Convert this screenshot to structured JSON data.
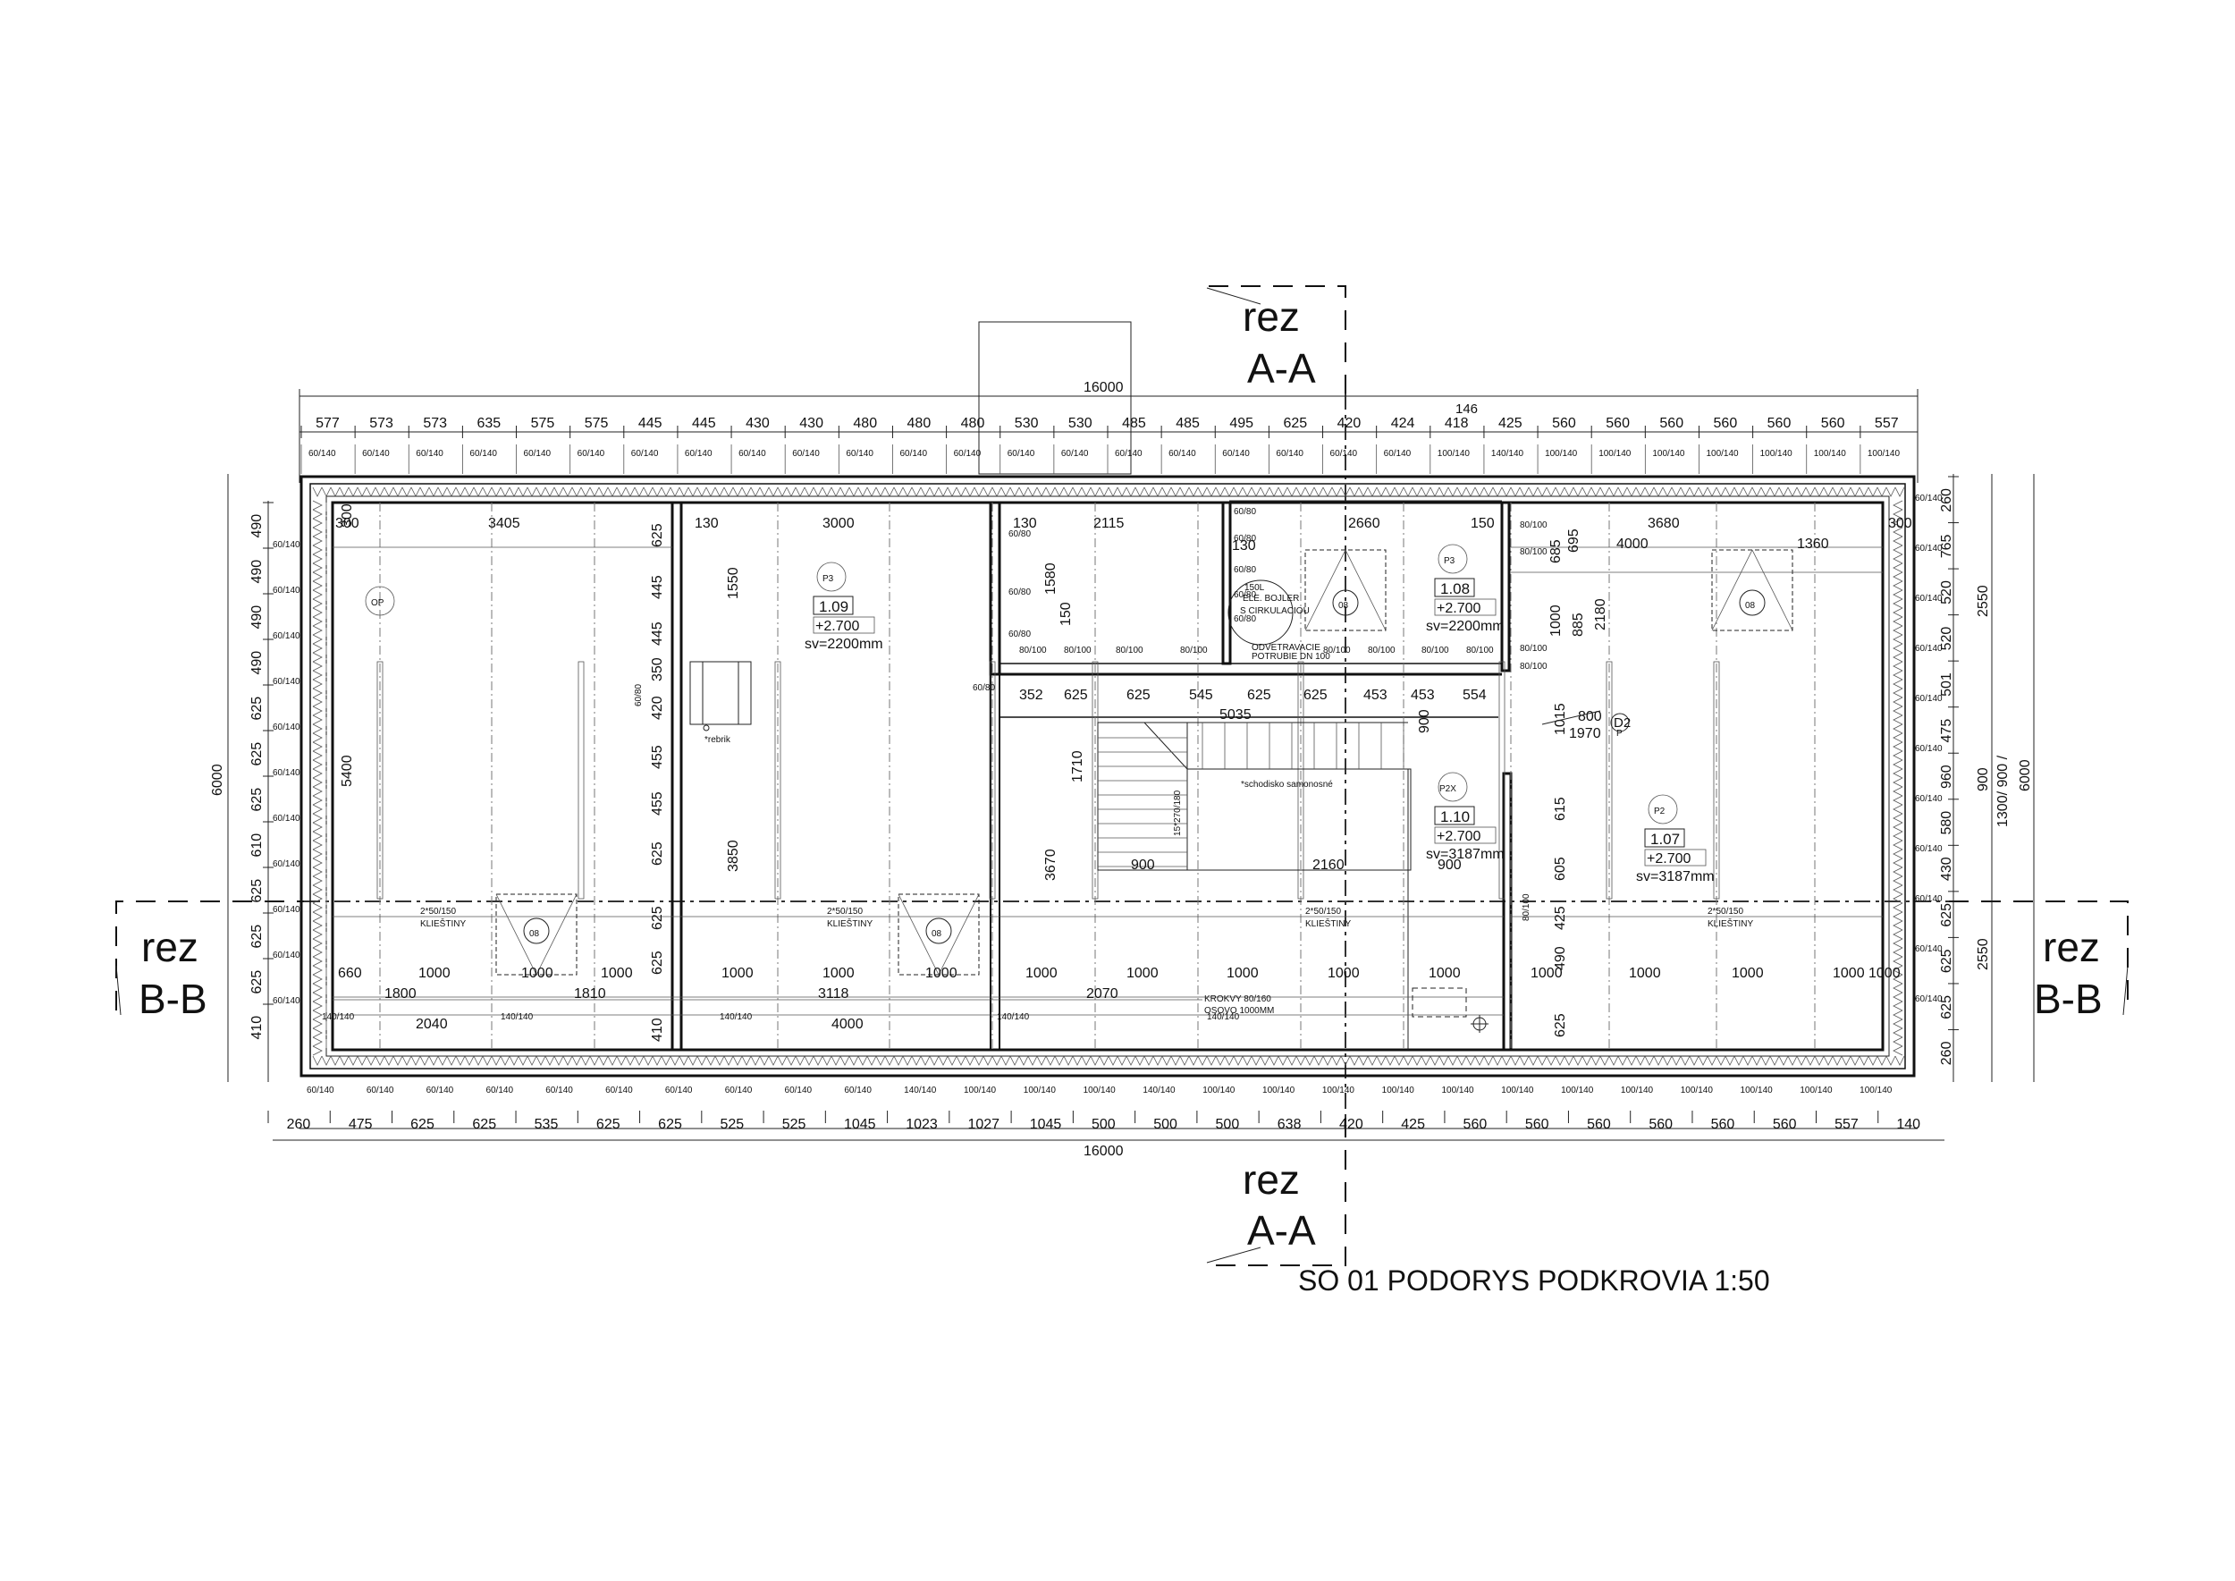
{
  "title": "SO 01 PODORYS PODKROVIA 1:50",
  "sections": {
    "aa_label_1": "rez",
    "aa_label_2": "A-A",
    "bb_label_1": "rez",
    "bb_label_2": "B-B"
  },
  "dims": {
    "total_top": "16000",
    "total_bottom": "16000",
    "top_segments": [
      "577",
      "573",
      "573",
      "635",
      "575",
      "575",
      "445",
      "445",
      "430",
      "430",
      "480",
      "480",
      "480",
      "530",
      "530",
      "485",
      "485",
      "495",
      "625",
      "420",
      "424",
      "418",
      "425",
      "560",
      "560",
      "560",
      "560",
      "560",
      "560",
      "557"
    ],
    "top_extra": "146",
    "bottom_segments": [
      "260",
      "475",
      "625",
      "625",
      "535",
      "625",
      "625",
      "525",
      "525",
      "1045",
      "1023",
      "1027",
      "1045",
      "500",
      "500",
      "500",
      "638",
      "420",
      "425",
      "560",
      "560",
      "560",
      "560",
      "560",
      "560",
      "557",
      "140"
    ],
    "left_total": "6000",
    "left_segments": [
      "490",
      "490",
      "490",
      "490",
      "625",
      "625",
      "625",
      "610",
      "625",
      "625",
      "625",
      "410"
    ],
    "right_total": "6000",
    "right_segments": [
      "260",
      "765",
      "520",
      "520",
      "501",
      "475",
      "960",
      "580",
      "430",
      "625",
      "625",
      "625",
      "260"
    ],
    "right_group_top": "2550",
    "right_group_mid": "900",
    "right_group_mid_b": "1300/ 900 /",
    "right_group_bottom": "2550",
    "rafter_tags_top": [
      "60/140",
      "60/140",
      "60/140",
      "60/140",
      "60/140",
      "60/140",
      "60/140",
      "60/140",
      "60/140",
      "60/140",
      "60/140",
      "60/140",
      "60/140",
      "60/140",
      "60/140",
      "60/140",
      "60/140",
      "60/140",
      "60/140",
      "60/140",
      "60/140",
      "100/140",
      "140/140",
      "100/140",
      "100/140",
      "100/140",
      "100/140",
      "100/140",
      "100/140",
      "100/140"
    ],
    "rafter_tags_bottom": [
      "60/140",
      "60/140",
      "60/140",
      "60/140",
      "60/140",
      "60/140",
      "60/140",
      "60/140",
      "60/140",
      "60/140",
      "140/140",
      "100/140",
      "100/140",
      "100/140",
      "140/140",
      "100/140",
      "100/140",
      "100/140",
      "100/140",
      "100/140",
      "100/140",
      "100/140",
      "100/140",
      "100/140",
      "100/140",
      "100/140",
      "100/140"
    ],
    "left_tags": [
      "60/140",
      "60/140",
      "60/140",
      "60/140",
      "60/140",
      "60/140",
      "60/140",
      "60/140",
      "60/140",
      "60/140",
      "60/140"
    ],
    "right_tags": [
      "60/140",
      "60/140",
      "60/140",
      "60/140",
      "60/140",
      "60/140",
      "60/140",
      "60/140",
      "60/140",
      "60/140",
      "60/140"
    ]
  },
  "inner": {
    "r1_a": "300",
    "r1_b": "3405",
    "r1_c": "130",
    "r1_d": "3000",
    "r1_e": "130",
    "r1_f": "2115",
    "r1_g": "2660",
    "r1_h": "150",
    "r1_i": "3680",
    "r1_j": "300",
    "r1_k": "4000",
    "r1_l": "1360",
    "r1_m": "130",
    "v_300": "300",
    "v_5400": "5400",
    "v_625a": "625",
    "v_445a": "445",
    "v_445b": "445",
    "v_350": "350",
    "v_420": "420",
    "v_455a": "455",
    "v_455b": "455",
    "v_625b": "625",
    "v_625c": "625",
    "v_625d": "625",
    "v_410": "410",
    "v_1550": "1550",
    "v_3850": "3850",
    "v_1580": "1580",
    "v_150": "150",
    "v_1710": "1710",
    "v_3670": "3670",
    "v_900s": "900",
    "v_695": "695",
    "v_685": "685",
    "v_1000": "1000",
    "v_885": "885",
    "v_2180": "2180",
    "v_1015": "1015",
    "v_615": "615",
    "v_605": "605",
    "v_425": "425",
    "v_490": "490",
    "v_625e": "625",
    "mid_row": [
      "352",
      "625",
      "625",
      "545",
      "625",
      "625",
      "453",
      "453",
      "554"
    ],
    "mid_5035": "5035",
    "stair_900": "900",
    "stair_2160": "2160",
    "d_800": "800",
    "d_1970": "1970",
    "row_1000": [
      "660",
      "1000",
      "1000",
      "1000",
      "1000",
      "1000",
      "1000",
      "1000",
      "1000",
      "1000",
      "1000",
      "1000",
      "1000",
      "1000",
      "1000",
      "1000",
      "1000"
    ],
    "row_b": [
      "1800",
      "1810",
      "3118",
      "2070"
    ],
    "row_c": [
      "2040",
      "4000"
    ],
    "beam_tags": [
      "140/140",
      "140/140",
      "140/140",
      "140/140",
      "140/140"
    ],
    "kliestiny": [
      "2*50/150",
      "KLIEŠTINY",
      "2*50/150",
      "KLIEŠTINY",
      "2*50/150",
      "KLIEŠTINY",
      "2*50/150",
      "KLIEŠTINY"
    ],
    "krokvy_1": "KROKVY 80/160",
    "krokvy_2": "OSOVO 1000MM",
    "rebrik": "*rebrik",
    "schodisko": "*schodisko samonosné",
    "bojler_1": "150L",
    "bojler_2": "ELE. BOJLER",
    "bojler_3": "S CIRKULACIOU",
    "vent_1": "ODVETRAVACIE",
    "vent_2": "POTRUBIE DN 100",
    "stair_tag": "15*270/180",
    "small_tags": [
      "60/80",
      "60/80",
      "60/80",
      "60/80",
      "80/100",
      "80/100",
      "80/100",
      "80/100",
      "80/100",
      "80/100",
      "80/100",
      "80/100",
      "80/100",
      "80/100",
      "80/100",
      "60/80",
      "60/80",
      "60/80",
      "60/80",
      "60/80",
      "80/100"
    ],
    "tag_60_80_v": "60/80",
    "tag_80_100_v": "80/100"
  },
  "rooms": [
    {
      "circle": "OP",
      "num": "",
      "height": "",
      "sv": ""
    },
    {
      "circle": "P3",
      "num": "1.09",
      "height": "+2.700",
      "sv": "sv=2200mm"
    },
    {
      "circle": "P3",
      "num": "1.08",
      "height": "+2.700",
      "sv": "sv=2200mm"
    },
    {
      "circle": "P2X",
      "num": "1.10",
      "height": "+2.700",
      "sv": "sv=3187mm"
    },
    {
      "circle": "P2",
      "num": "1.07",
      "height": "+2.700",
      "sv": "sv=3187mm"
    }
  ],
  "door_tag": "D2",
  "door_sub": "P",
  "window_labels": [
    "08",
    "08",
    "08",
    "08",
    "08"
  ],
  "r110_900": "900"
}
